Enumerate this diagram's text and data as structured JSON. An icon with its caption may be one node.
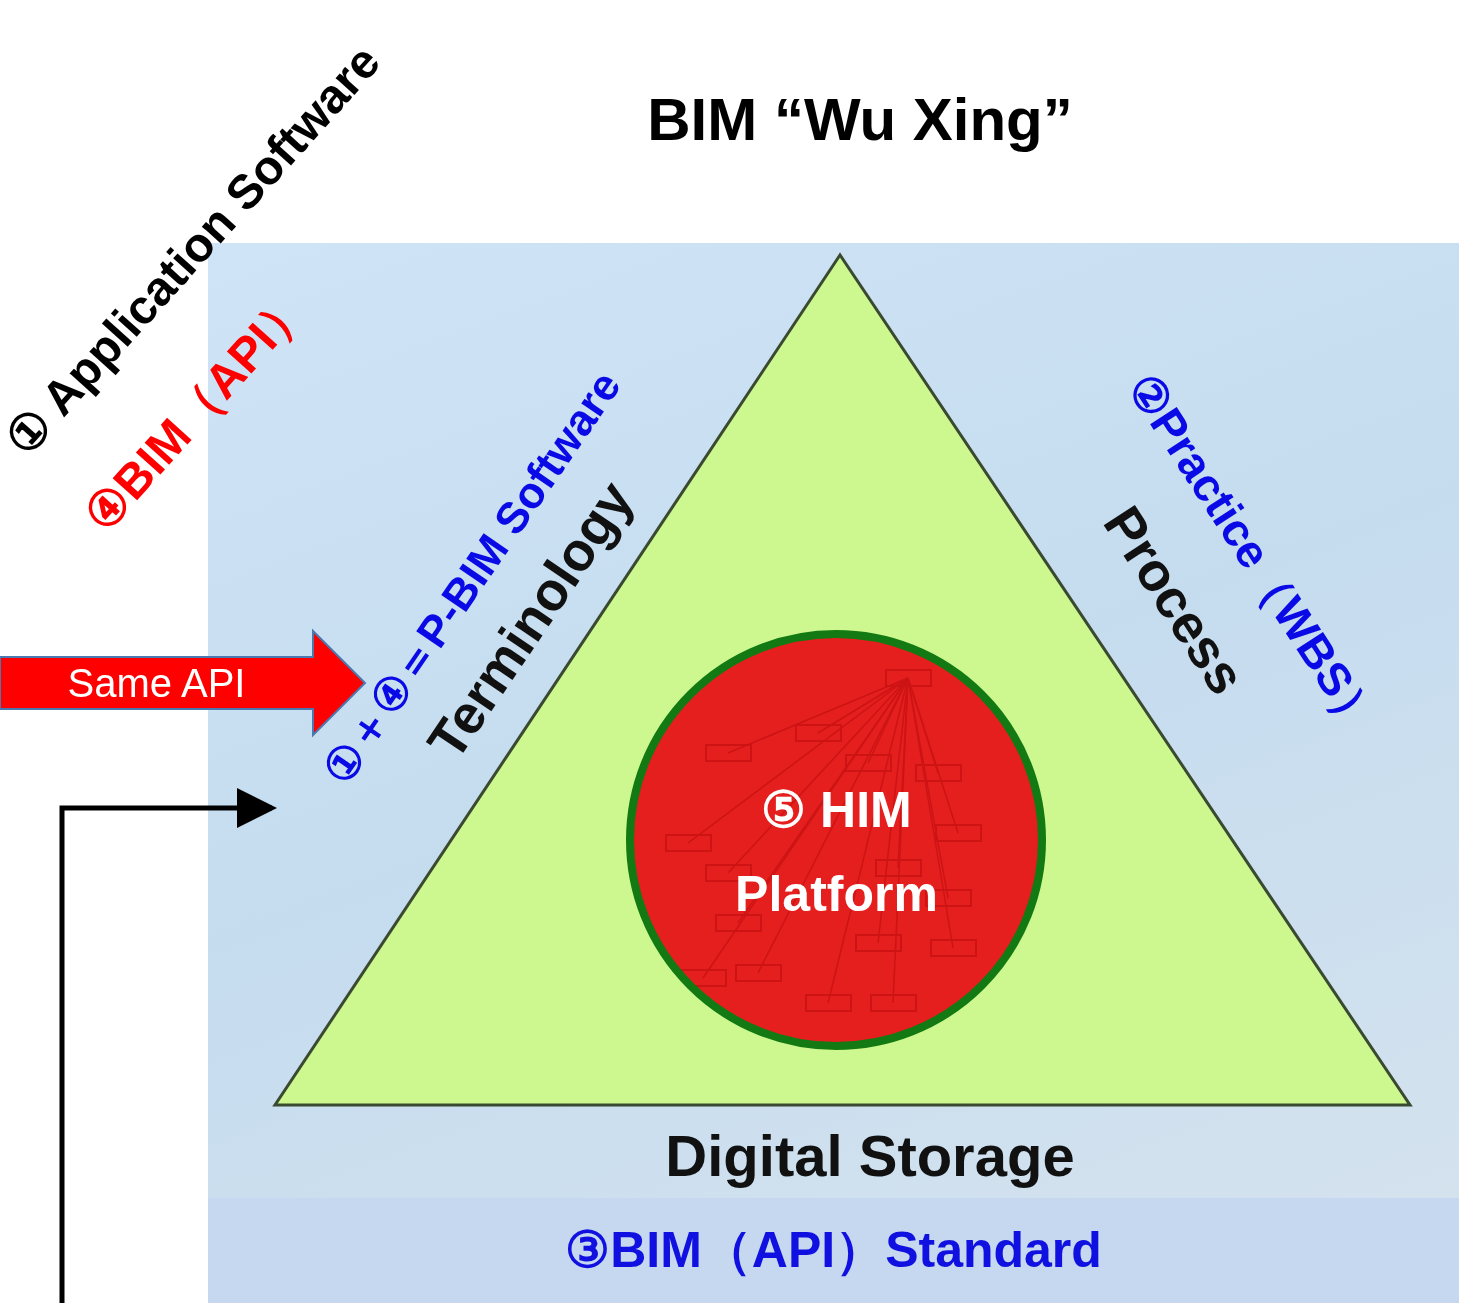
{
  "diagram": {
    "title": "BIM “Wu Xing”",
    "nodes": [
      {
        "text": [
          "Terminology",
          "Process",
          "Digital Storage"
        ]
      },
      {
        "text": [
          "⑤ HIM Platform"
        ],
        "in": 0
      },
      {
        "text": [
          "①＋④＝P-BIM Software"
        ]
      },
      {
        "text": [
          "③BIM（API）Standard"
        ]
      }
    ],
    "edges": [
      {
        "from": null,
        "to": 2,
        "arrow": "to",
        "label": "Same API",
        "style": "thick",
        "color": "#ff0000"
      },
      {
        "from": null,
        "to": 2,
        "arrow": "to"
      }
    ],
    "labels": [
      "① Application Software",
      "④BIM（API）",
      "②Practice（WBS）"
    ]
  }
}
